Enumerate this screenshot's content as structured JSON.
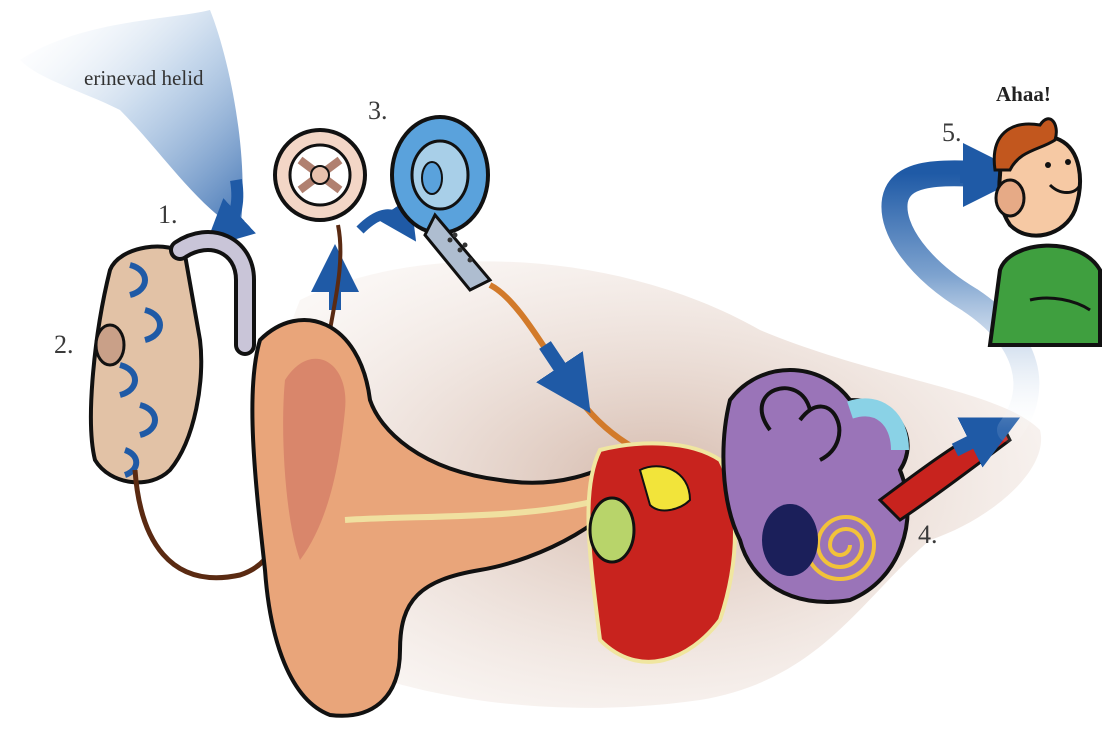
{
  "diagram": {
    "sound_caption": "erinevad helid",
    "exclamation": "Ahaa!",
    "steps": {
      "step1": "1.",
      "step2": "2.",
      "step3": "3.",
      "step4": "4.",
      "step5": "5."
    }
  },
  "colors": {
    "arrow": "#1f5aa6",
    "outer_ear": "#e9a57a",
    "ear_canal": "#d9866b",
    "cochlea": "#9a74b8",
    "nerve": "#c8231e",
    "cable": "#d27a2a",
    "hearing_aid": "#e2c2a6",
    "person_shirt": "#3f9f3f",
    "person_hair": "#c2571e"
  }
}
